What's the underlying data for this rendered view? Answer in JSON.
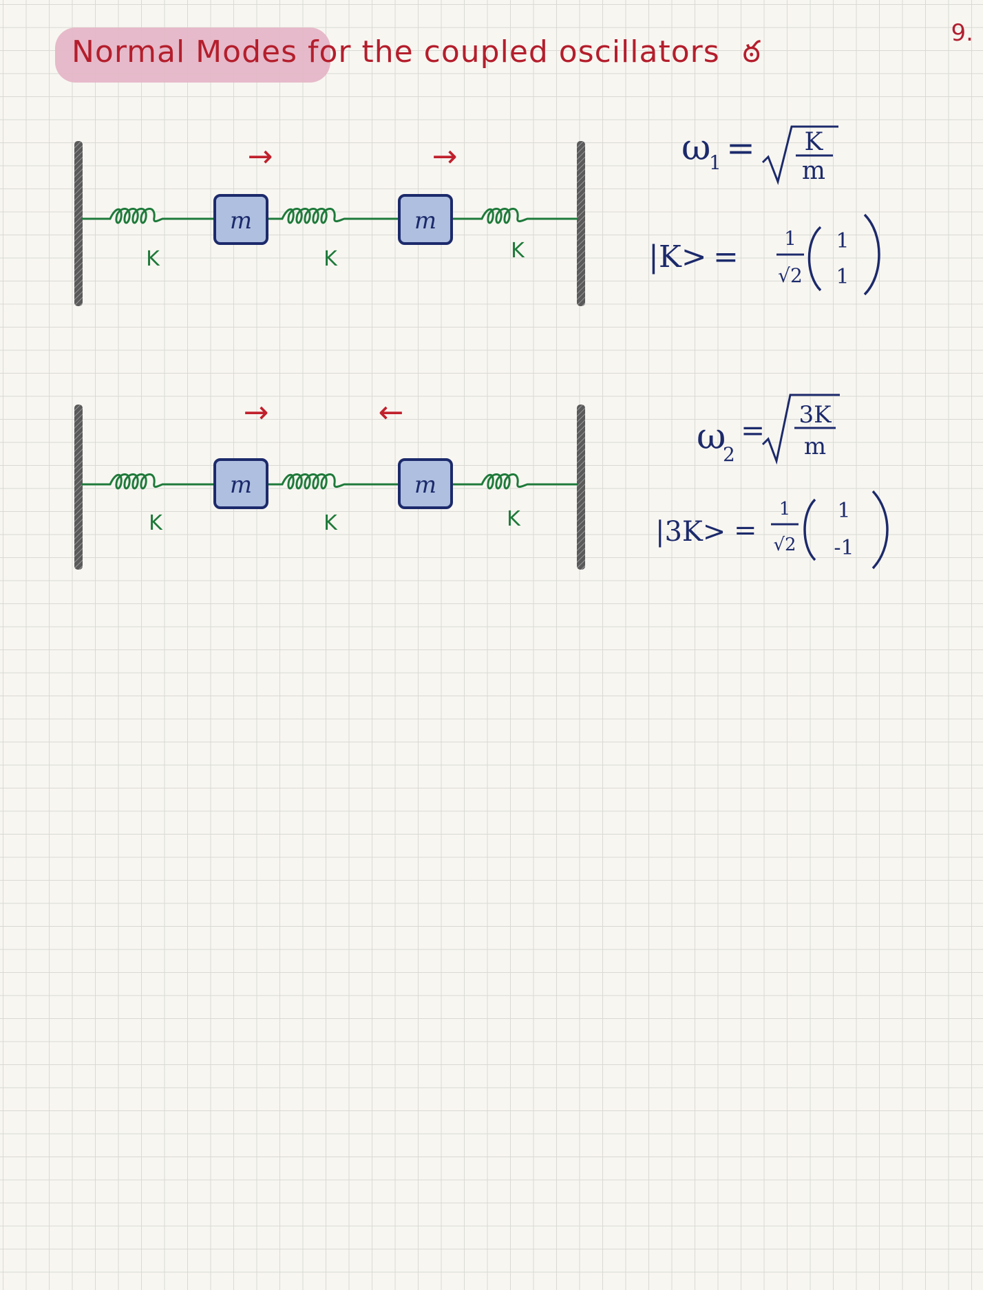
{
  "page_number": "9.",
  "title": "Normal Modes for the coupled oscillators",
  "title_emoji": "ఠ",
  "colors": {
    "title": "#b41e2c",
    "spring": "#1e7a3a",
    "mass_fill": "#aebfe0",
    "mass_stroke": "#1c2a6b",
    "wall": "#6b6b6b",
    "arrow": "#c0202c",
    "ink": "#1c2a6b"
  },
  "mode1": {
    "springs": [
      "K",
      "K",
      "K"
    ],
    "masses": [
      "m",
      "m"
    ],
    "arrow_directions": [
      "right",
      "right"
    ],
    "arrow_glyphs": [
      "→",
      "→"
    ],
    "omega_symbol": "ω",
    "omega_sub": "1",
    "equals": "=",
    "root_num": "K",
    "root_den": "m",
    "ket": "|K>",
    "coef_num": "1",
    "coef_den": "√2",
    "vector": [
      "1",
      "1"
    ]
  },
  "mode2": {
    "springs": [
      "K",
      "K",
      "K"
    ],
    "masses": [
      "m",
      "m"
    ],
    "arrow_directions": [
      "right",
      "left"
    ],
    "arrow_glyphs": [
      "→",
      "←"
    ],
    "omega_symbol": "ω",
    "omega_sub": "2",
    "equals": "=",
    "root_num": "3K",
    "root_den": "m",
    "ket": "|3K>",
    "coef_num": "1",
    "coef_den": "√2",
    "vector": [
      "1",
      "-1"
    ]
  }
}
